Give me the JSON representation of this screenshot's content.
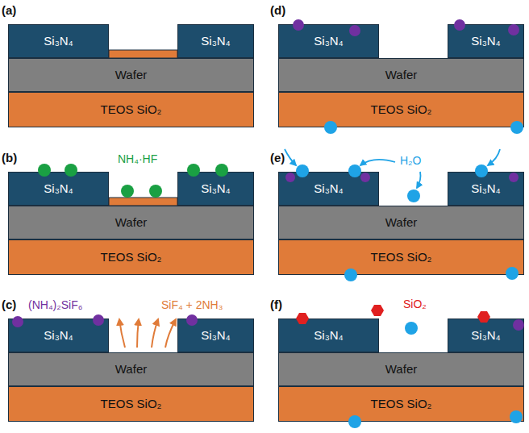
{
  "diagram": {
    "nodes": [
      {
        "text": [
          "Si₃N₄"
        ]
      },
      {
        "text": [
          "Si₃N₄"
        ]
      },
      {
        "text": [
          "Wafer"
        ]
      },
      {
        "text": [
          "TEOS SiO₂"
        ]
      },
      {
        "text": [
          "Si₃N₄"
        ]
      },
      {
        "text": [
          "Si₃N₄"
        ]
      },
      {
        "text": [
          "Wafer"
        ]
      },
      {
        "text": [
          "TEOS SiO₂"
        ]
      },
      {
        "text": [
          "Si₃N₄"
        ]
      },
      {
        "text": [
          "Si₃N₄"
        ]
      },
      {
        "text": [
          "Wafer"
        ]
      },
      {
        "text": [
          "TEOS SiO₂"
        ]
      },
      {
        "text": [
          "Si₃N₄"
        ]
      },
      {
        "text": [
          "Si₃N₄"
        ]
      },
      {
        "text": [
          "Wafer"
        ]
      },
      {
        "text": [
          "TEOS SiO₂"
        ]
      },
      {
        "text": [
          "Si₃N₄"
        ]
      },
      {
        "text": [
          "Si₃N₄"
        ]
      },
      {
        "text": [
          "Wafer"
        ]
      },
      {
        "text": [
          "TEOS SiO₂"
        ]
      },
      {
        "text": [
          "Si₃N₄"
        ]
      },
      {
        "text": [
          "Si₃N₄"
        ]
      },
      {
        "text": [
          "Wafer"
        ]
      },
      {
        "text": [
          "TEOS SiO₂"
        ]
      }
    ],
    "labels": [
      "(a)",
      "(b)",
      "(c)",
      "(d)",
      "(e)",
      "(f)",
      "NH₄·HF",
      "(NH₄)₂SiF₆",
      "SiF₄ + 2NH₃",
      "H₂O",
      "SiO₂"
    ]
  }
}
